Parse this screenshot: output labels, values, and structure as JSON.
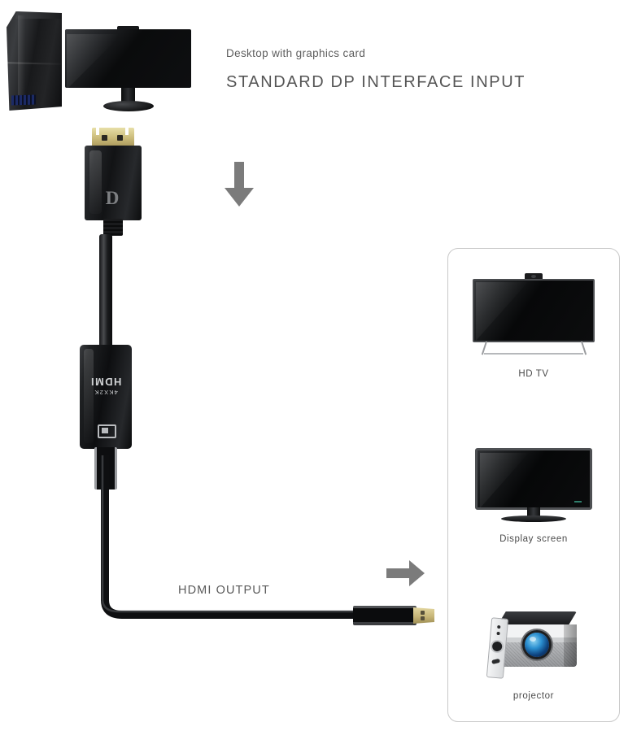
{
  "headings": {
    "subtitle": "Desktop with graphics card",
    "title": "STANDARD DP INTERFACE INPUT"
  },
  "source_device": {
    "tower_name": "PC tower",
    "monitor_name": "Desktop monitor"
  },
  "adapter": {
    "input_connector": "DisplayPort",
    "dp_logo_letter": "D",
    "label_line1": "HDMI",
    "label_line2": "4KX2K",
    "output_connector": "HDMI",
    "output_label": "HDMI OUTPUT"
  },
  "arrows": {
    "down_icon": "arrow-down-icon",
    "right_icon": "arrow-right-icon",
    "color": "#7b7b7b"
  },
  "devices": [
    {
      "caption": "HD TV",
      "icon": "tv-icon"
    },
    {
      "caption": "Display screen",
      "icon": "monitor-icon"
    },
    {
      "caption": "projector",
      "icon": "projector-icon"
    }
  ],
  "colors": {
    "heading_dark": "#555555",
    "heading_light": "#5e5e5e",
    "panel_border": "#c9c9c9",
    "arrow_gray": "#7b7b7b",
    "cable_black": "#0c0d0e",
    "gold_contact": "#c9b978",
    "led_blue": "#1b2a68",
    "lens_blue": "#2b8fd0",
    "background": "#ffffff"
  }
}
